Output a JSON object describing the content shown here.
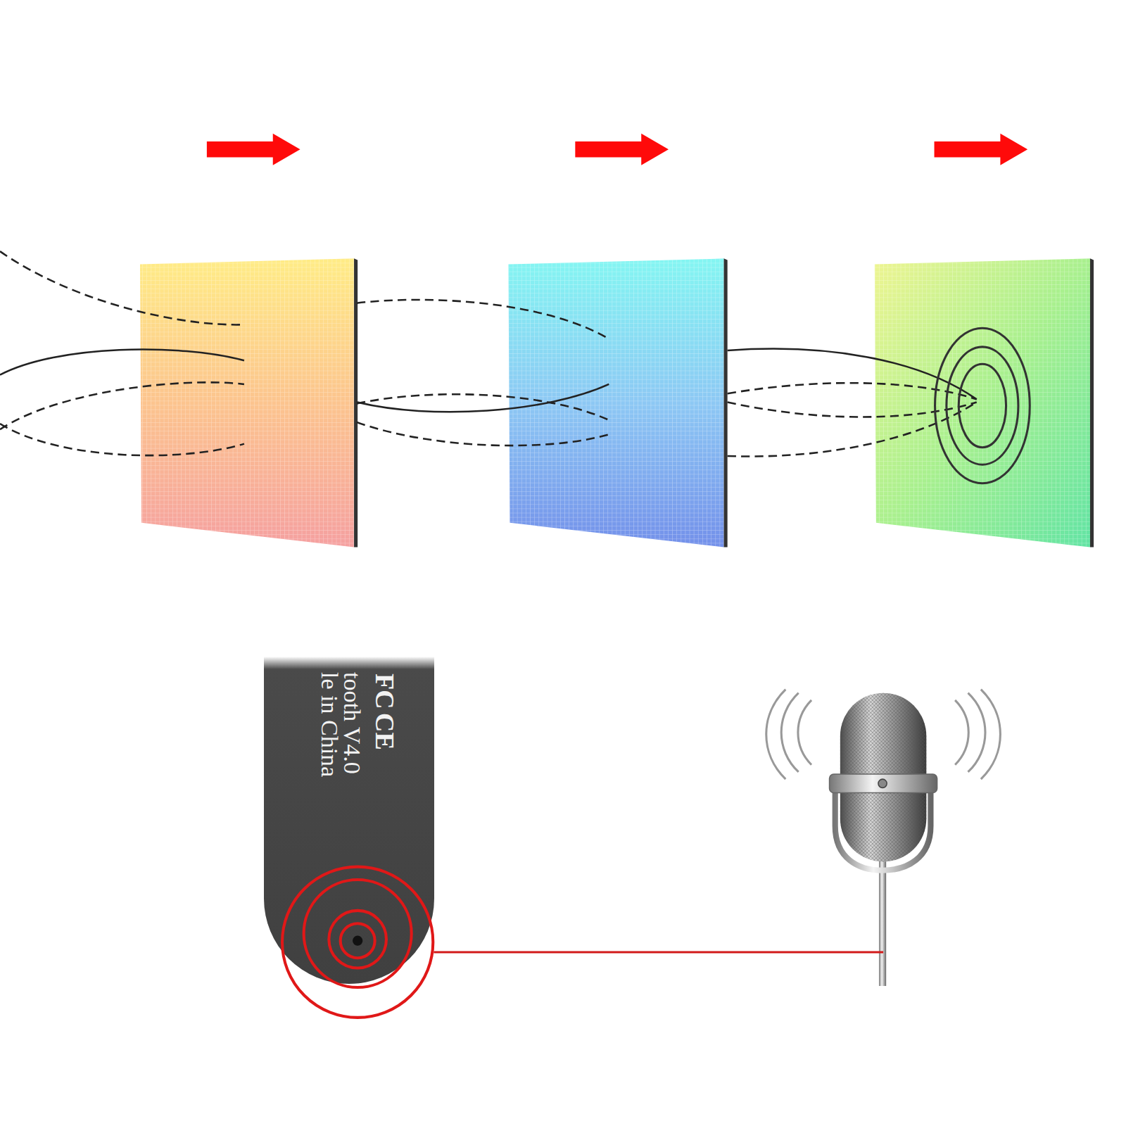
{
  "diagram": {
    "nodes": [
      {
        "text": [
          "FC",
          "CE",
          "tooth V4.0",
          "le in China"
        ]
      }
    ]
  }
}
